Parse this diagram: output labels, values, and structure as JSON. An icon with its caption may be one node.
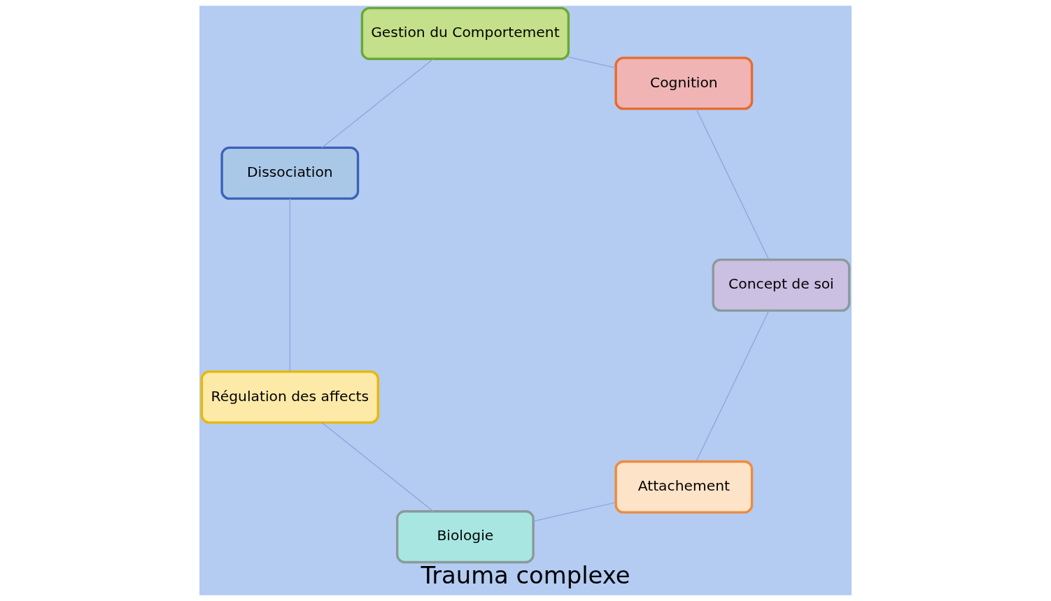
{
  "diagram": {
    "title": "Trauma complexe",
    "nodes": [
      {
        "text": [
          "Attachement"
        ]
      },
      {
        "text": [
          "Biologie"
        ]
      },
      {
        "text": [
          "Régulation des affects"
        ]
      },
      {
        "text": [
          "Dissociation"
        ]
      },
      {
        "text": [
          "Gestion du Comportement"
        ]
      },
      {
        "text": [
          "Cognition"
        ]
      },
      {
        "text": [
          "Concept de soi"
        ]
      }
    ],
    "edges": [
      {
        "from": 0,
        "to": 1,
        "arrow": "none"
      },
      {
        "from": 1,
        "to": 2,
        "arrow": "none"
      },
      {
        "from": 2,
        "to": 3,
        "arrow": "none"
      },
      {
        "from": 3,
        "to": 4,
        "arrow": "none"
      },
      {
        "from": 4,
        "to": 5,
        "arrow": "none"
      },
      {
        "from": 5,
        "to": 6,
        "arrow": "none"
      },
      {
        "from": 6,
        "to": 0,
        "arrow": "none"
      }
    ]
  }
}
